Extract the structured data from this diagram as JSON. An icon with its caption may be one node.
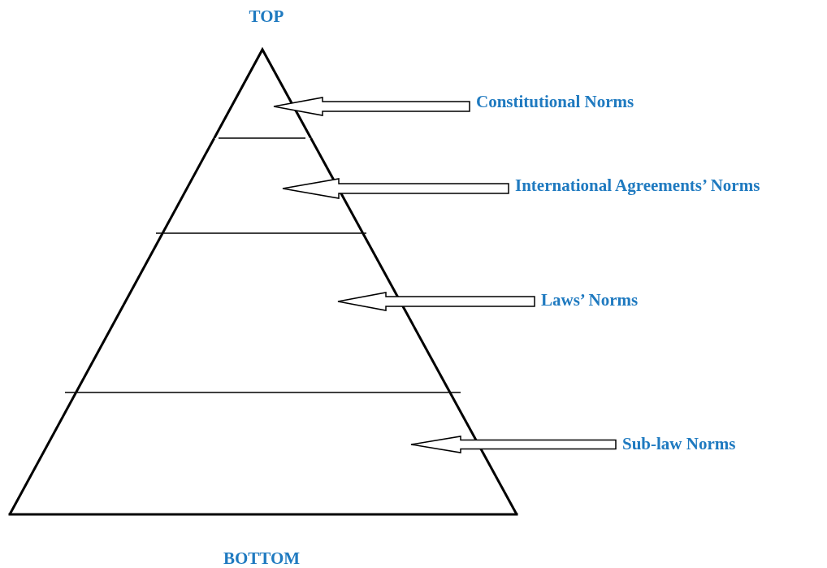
{
  "diagram": {
    "nodes": [
      {
        "text": [],
        "shape": "triangle"
      },
      {
        "text": [],
        "shape": "band"
      },
      {
        "text": [],
        "shape": "band"
      },
      {
        "text": [],
        "shape": "band"
      },
      {
        "text": [
          "Constitutional Norms"
        ]
      },
      {
        "text": [
          "International Agreements’ Norms"
        ]
      },
      {
        "text": [
          "Laws’ Norms"
        ]
      },
      {
        "text": [
          "Sub-law Norms"
        ]
      }
    ],
    "edges": [
      {
        "from": 4,
        "to": 0,
        "arrow": "to"
      },
      {
        "from": 5,
        "to": 1,
        "arrow": "to"
      },
      {
        "from": 6,
        "to": 2,
        "arrow": "to"
      },
      {
        "from": 7,
        "to": 3,
        "arrow": "to"
      }
    ],
    "labels": [
      "TOP",
      "BOTTOM"
    ]
  }
}
